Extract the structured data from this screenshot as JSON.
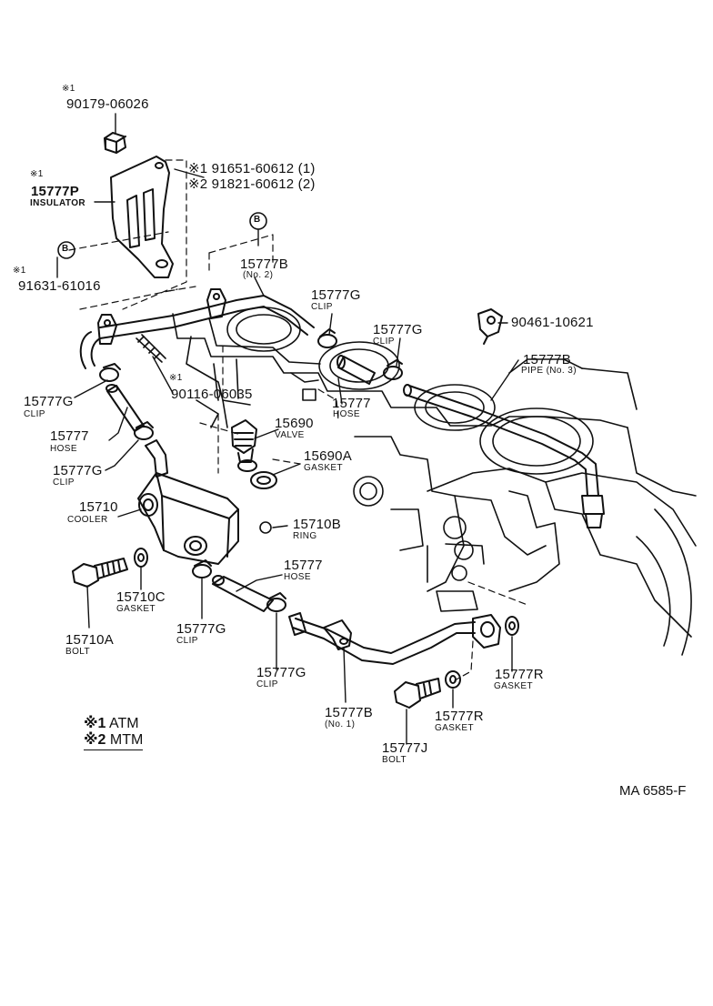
{
  "diagram": {
    "code": "MA 6585-F",
    "marker_b": "B",
    "legend": [
      {
        "mark": "※1",
        "text": "ATM"
      },
      {
        "mark": "※2",
        "text": "MTM"
      }
    ],
    "callouts": {
      "nut_mark": "※1",
      "nut_part": "90179-06026",
      "insulator_mark": "※1",
      "insulator_part": "15777P",
      "insulator_name": "INSULATOR",
      "bolt_top_line1": "※1 91651-60612 (1)",
      "bolt_top_line2": "※2 91821-60612 (2)",
      "bolt_left_mark": "※1",
      "bolt_left_part": "91631-61016",
      "pipe2_part": "15777B",
      "pipe2_name": "(No. 2)",
      "clip_a_part": "15777G",
      "clip_a_name": "CLIP",
      "clip_b_part": "15777G",
      "clip_b_name": "CLIP",
      "clamp_part": "90461-10621",
      "pipe3_part": "15777B",
      "pipe3_name": "PIPE (No. 3)",
      "stud_mark": "※1",
      "stud_part": "90116-06035",
      "clip_c_part": "15777G",
      "clip_c_name": "CLIP",
      "hose_c_part": "15777",
      "hose_c_name": "HOSE",
      "hose_a_part": "15777",
      "hose_a_name": "HOSE",
      "valve_part": "15690",
      "valve_name": "VALVE",
      "clip_d_part": "15777G",
      "clip_d_name": "CLIP",
      "gasket_v_part": "15690A",
      "gasket_v_name": "GASKET",
      "cooler_part": "15710",
      "cooler_name": "COOLER",
      "ring_part": "15710B",
      "ring_name": "RING",
      "hose_b_part": "15777",
      "hose_b_name": "HOSE",
      "gasket_c_part": "15710C",
      "gasket_c_name": "GASKET",
      "clip_e_part": "15777G",
      "clip_e_name": "CLIP",
      "bolt_a_part": "15710A",
      "bolt_a_name": "BOLT",
      "clip_f_part": "15777G",
      "clip_f_name": "CLIP",
      "gasket_r1_part": "15777R",
      "gasket_r1_name": "GASKET",
      "pipe1_part": "15777B",
      "pipe1_name": "(No. 1)",
      "gasket_r2_part": "15777R",
      "gasket_r2_name": "GASKET",
      "bolt_j_part": "15777J",
      "bolt_j_name": "BOLT"
    }
  }
}
